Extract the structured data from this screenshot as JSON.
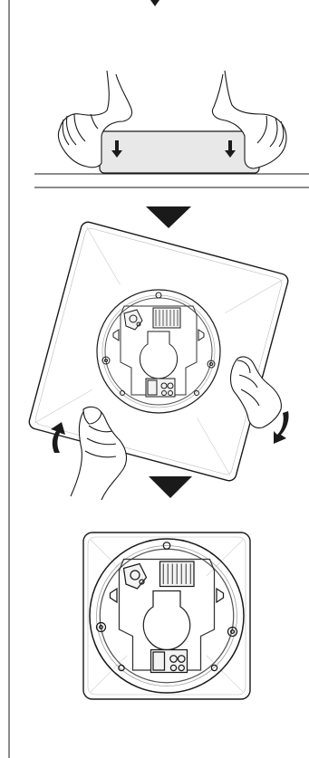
{
  "diagram": {
    "steps": [
      {
        "id": "press-down",
        "arrow_glyph": "arrow-down-icon"
      },
      {
        "id": "rotate-into-place",
        "arrow_glyph": "rotate-arrows-icon"
      },
      {
        "id": "mounted-result"
      }
    ],
    "connectors": [
      "down-triangle",
      "down-triangle"
    ]
  },
  "colors": {
    "line": "#1a1a1a",
    "fill_light": "#f3f3f3",
    "fill_device": "#e8e8e8",
    "background": "#ffffff"
  }
}
